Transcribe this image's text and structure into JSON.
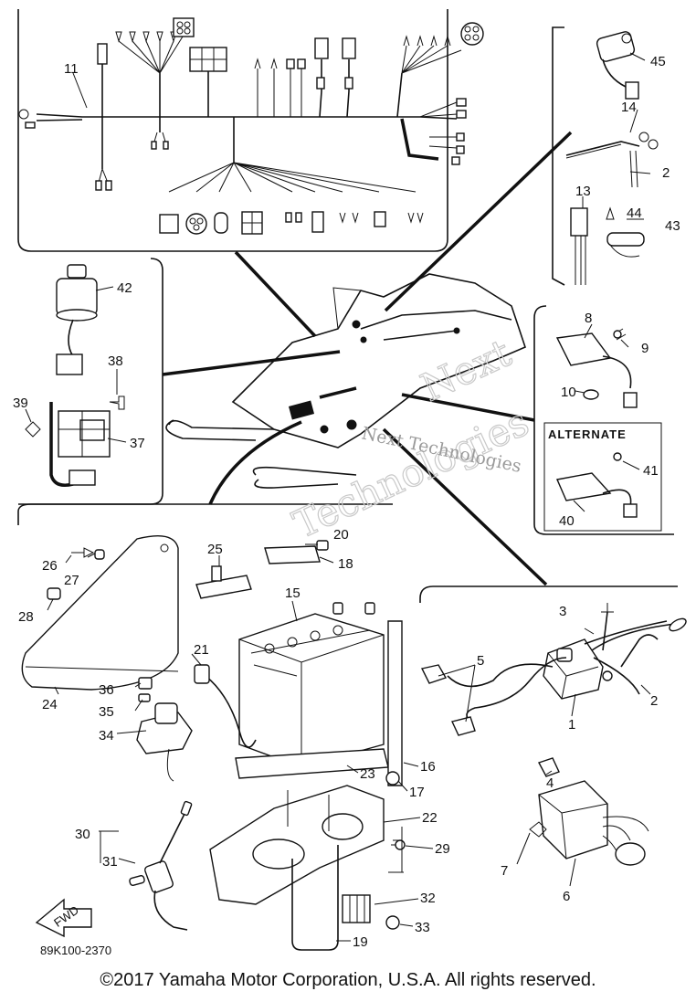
{
  "diagram": {
    "labels": {
      "p1": "1",
      "p2a": "2",
      "p2b": "2",
      "p3": "3",
      "p4": "4",
      "p5": "5",
      "p6": "6",
      "p7": "7",
      "p8": "8",
      "p9": "9",
      "p10": "10",
      "p11": "11",
      "p13": "13",
      "p14": "14",
      "p15": "15",
      "p16": "16",
      "p17": "17",
      "p18": "18",
      "p19": "19",
      "p20": "20",
      "p21": "21",
      "p22": "22",
      "p23": "23",
      "p24": "24",
      "p25": "25",
      "p26": "26",
      "p27": "27",
      "p28": "28",
      "p29": "29",
      "p30": "30",
      "p31": "31",
      "p32": "32",
      "p33": "33",
      "p34": "34",
      "p35": "35",
      "p36": "36",
      "p37": "37",
      "p38": "38",
      "p39": "39",
      "p40": "40",
      "p41": "41",
      "p42": "42",
      "p43": "43",
      "p44": "44",
      "p45": "45"
    },
    "alternate_label": "ALTERNATE",
    "fwd_label": "FWD",
    "diagram_code": "89K100-2370",
    "watermark_a": "Next",
    "watermark_b": "Technologies",
    "watermark_c": "Next Technologies"
  },
  "copyright": "©2017 Yamaha Motor Corporation, U.S.A. All rights reserved."
}
